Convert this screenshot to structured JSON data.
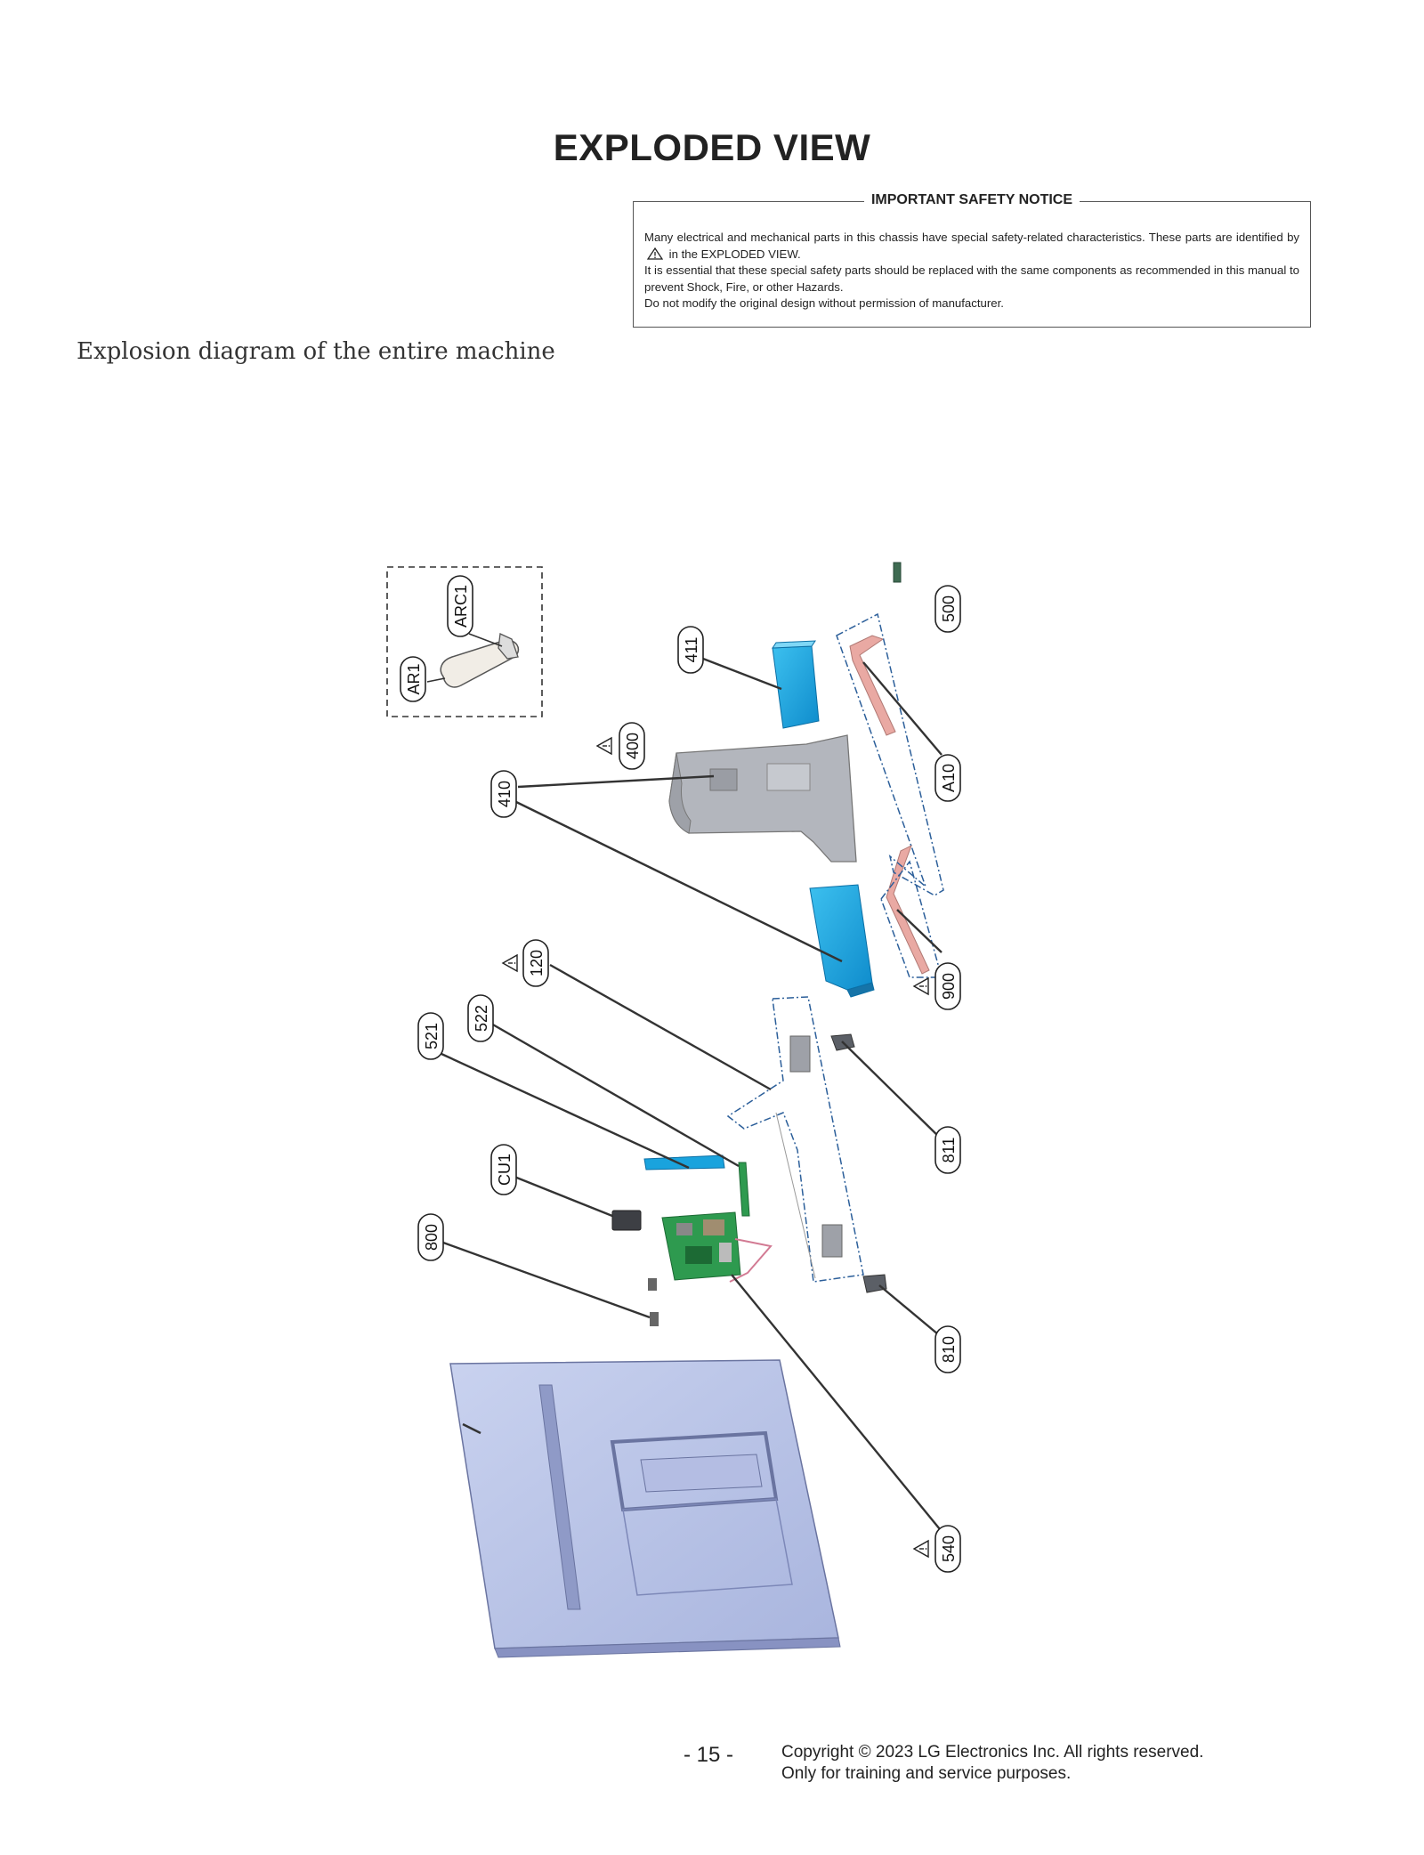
{
  "page": {
    "title": "EXPLODED VIEW",
    "subtitle": "Explosion diagram of the entire machine",
    "page_number": "- 15 -",
    "copyright_line1": "Copyright © 2023 LG Electronics Inc. All rights reserved.",
    "copyright_line2": "Only for training and service purposes."
  },
  "notice": {
    "heading": "IMPORTANT SAFETY NOTICE",
    "line1_before_icon": "Many electrical and mechanical parts in this chassis have special safety-related characteristics. These parts are identified by",
    "line1_after_icon": "in the EXPLODED VIEW.",
    "line2": "It is essential that these special safety parts should be replaced with the same components as recommended in this manual to prevent Shock, Fire, or other Hazards.",
    "line3": "Do not modify the original design without permission of manufacturer."
  },
  "callouts": {
    "arc1": "ARC1",
    "ar1": "AR1",
    "p411": "411",
    "p500": "500",
    "p400": "400",
    "pA10": "A10",
    "p410": "410",
    "p120": "120",
    "p900": "900",
    "p522": "522",
    "p521": "521",
    "p811": "811",
    "pCU1": "CU1",
    "p800": "800",
    "p810": "810",
    "p540": "540"
  },
  "colors": {
    "accent_blue": "#1aa3dd",
    "stand_pink": "#e9a9a3",
    "panel_blue": "#b9c4e6",
    "chassis_gray": "#b3b6bd",
    "board_green": "#2e9a4f"
  }
}
